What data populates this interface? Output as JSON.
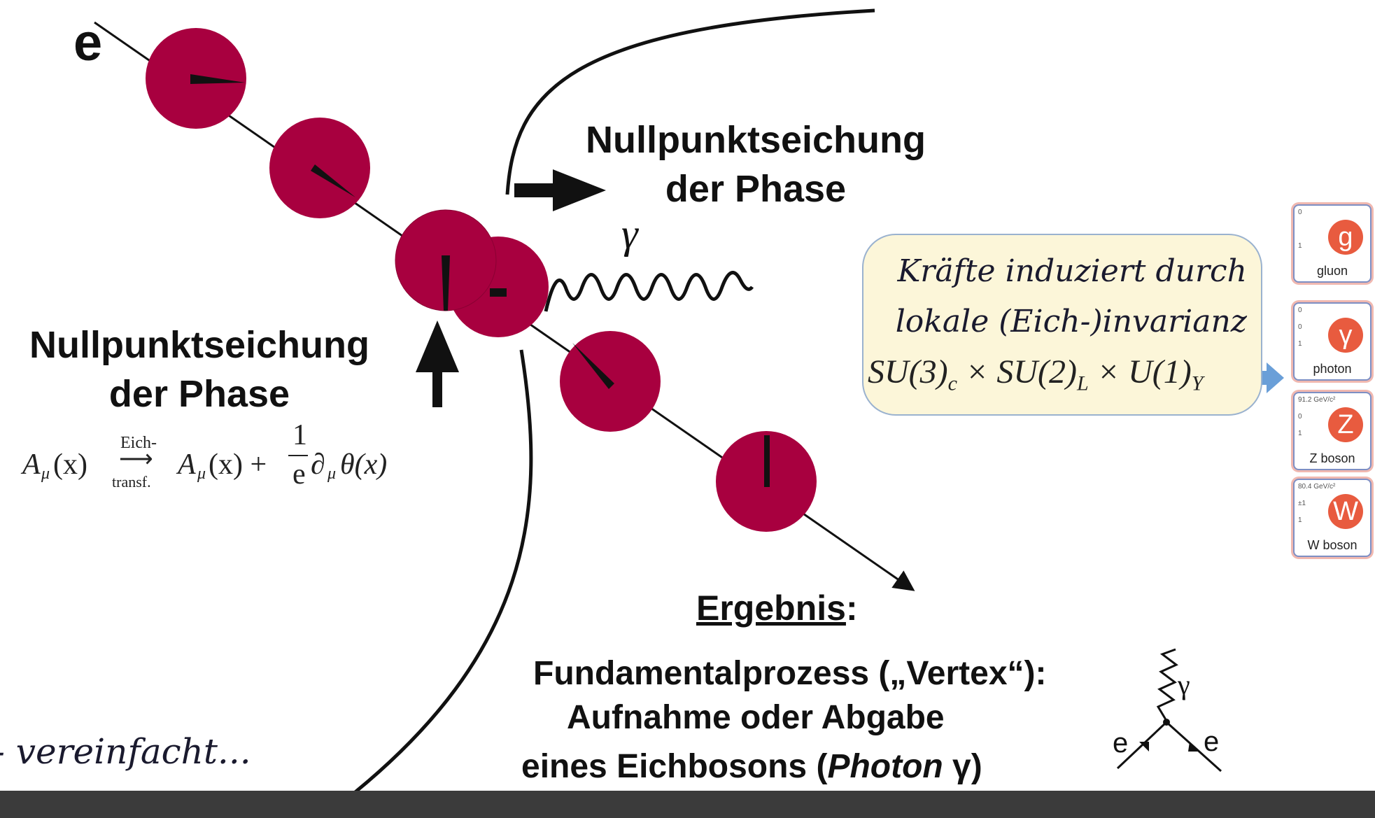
{
  "particle_label": "e",
  "label_top": {
    "line1": "Nullpunktseichung",
    "line2": "der Phase"
  },
  "label_left": {
    "line1": "Nullpunktseichung",
    "line2": "der Phase"
  },
  "gamma_label": "γ",
  "formula": {
    "lhs": "A",
    "sub": "μ",
    "arg": "(x)",
    "arrow_top": "Eich-",
    "arrow_bottom": "transf.",
    "rhs": "A",
    "rhs_arg": "(x) + ",
    "frac_num": "1",
    "frac_den": "e",
    "tail": "∂",
    "tail2": "θ(x)"
  },
  "forces_box": {
    "line1": "Kräfte induziert durch",
    "line2": "lokale (Eich-)invarianz",
    "line3": "SU(3)c × SU(2)L × U(1)Y"
  },
  "particles": [
    {
      "symbol": "g",
      "name": "gluon",
      "mass": "0",
      "charge": "",
      "spin": "1"
    },
    {
      "symbol": "γ",
      "name": "photon",
      "mass": "0",
      "charge": "0",
      "spin": "1"
    },
    {
      "symbol": "Z",
      "name": "Z boson",
      "mass": "91.2 GeV/c²",
      "charge": "0",
      "spin": "1"
    },
    {
      "symbol": "W",
      "name": "W boson",
      "mass": "80.4 GeV/c²",
      "charge": "±1",
      "spin": "1"
    }
  ],
  "result": {
    "heading": "Ergebnis",
    "colon": ":",
    "line1": "Fundamentalprozess („Vertex“):",
    "line2": "Aufnahme oder Abgabe",
    "line3_pre": "eines Eichbosons (",
    "line3_em": "Photon",
    "line3_post": " γ)"
  },
  "vertex": {
    "gamma": "γ",
    "e_left": "e",
    "e_right": "e"
  },
  "footnote": "vereinfacht...",
  "colors": {
    "ball": "#a8003f",
    "ink": "#111111",
    "box_bg": "#fcf6d9",
    "box_border": "#9ab2cf",
    "arrow_blue": "#6a9fd8",
    "bar": "#3b3b3b"
  }
}
